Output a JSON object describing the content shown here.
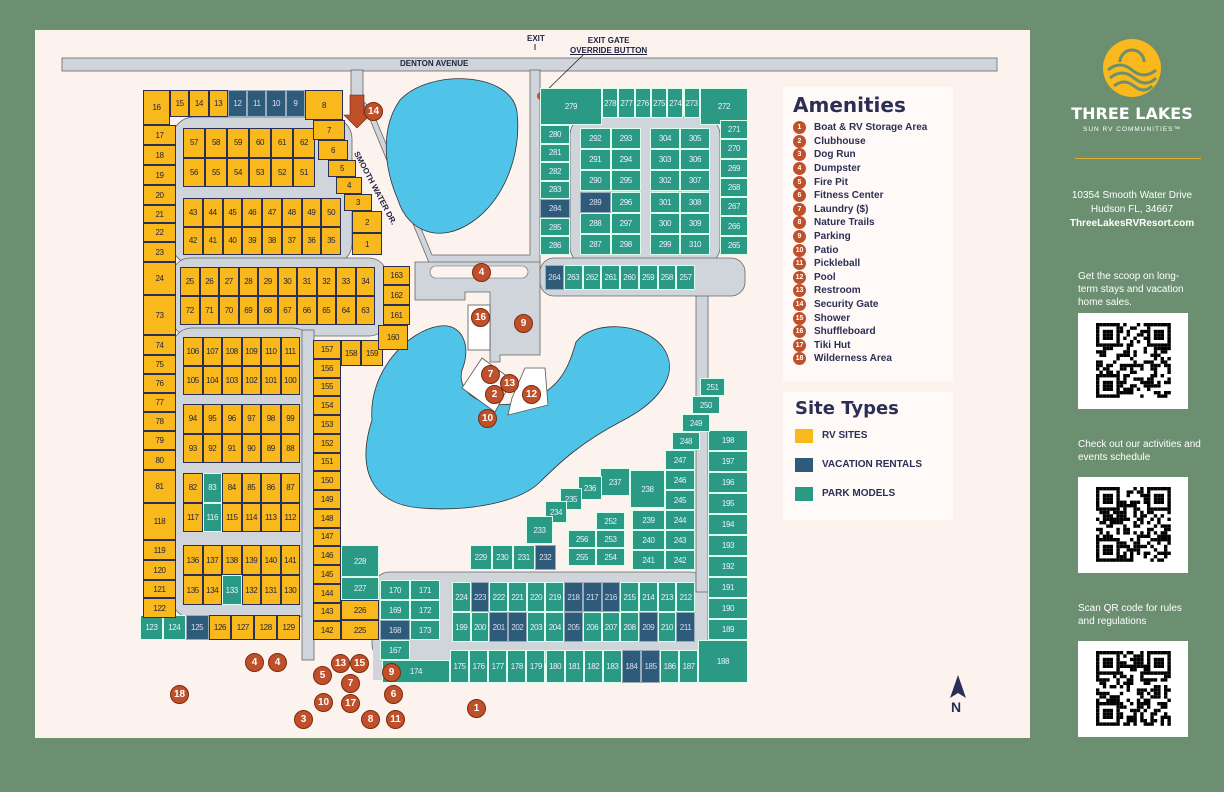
{
  "map": {
    "street": "DENTON AVENUE",
    "drive": "SMOOTH WATER DR.",
    "exit": "EXIT",
    "exit_gate": [
      "EXIT GATE",
      "OVERRIDE BUTTON"
    ],
    "north": "N",
    "markers": [
      "14",
      "4",
      "16",
      "9",
      "7",
      "13",
      "2",
      "12",
      "10",
      "4",
      "4",
      "18",
      "5",
      "13",
      "15",
      "7",
      "9",
      "6",
      "10",
      "17",
      "3",
      "8",
      "11",
      "1"
    ]
  },
  "sites": {
    "top_west": [
      [
        "15",
        "14",
        "13",
        "12",
        "11",
        "10",
        "9"
      ]
    ],
    "loop1_north": [
      [
        "57",
        "58",
        "59",
        "60",
        "61",
        "62"
      ],
      [
        "56",
        "55",
        "54",
        "53",
        "52",
        "51"
      ]
    ],
    "loop1_south": [
      [
        "43",
        "44",
        "45",
        "46",
        "47",
        "48",
        "49",
        "50"
      ],
      [
        "42",
        "41",
        "40",
        "39",
        "38",
        "37",
        "36",
        "35"
      ]
    ],
    "row_25": [
      [
        "25",
        "26",
        "27",
        "28",
        "29",
        "30",
        "31",
        "32",
        "33",
        "34"
      ],
      [
        "72",
        "71",
        "70",
        "69",
        "68",
        "67",
        "66",
        "65",
        "64",
        "63"
      ]
    ],
    "loop2_a": [
      [
        "106",
        "107",
        "108",
        "109",
        "110",
        "111"
      ],
      [
        "105",
        "104",
        "103",
        "102",
        "101",
        "100"
      ]
    ],
    "loop2_b": [
      [
        "94",
        "95",
        "96",
        "97",
        "98",
        "99"
      ],
      [
        "93",
        "92",
        "91",
        "90",
        "89",
        "88"
      ]
    ],
    "loop2_c": [
      [
        "82",
        "83",
        "84",
        "85",
        "86",
        "87"
      ],
      [
        "117",
        "116",
        "115",
        "114",
        "113",
        "112"
      ]
    ],
    "loop2_d": [
      [
        "136",
        "137",
        "138",
        "139",
        "140",
        "141"
      ],
      [
        "135",
        "134",
        "133",
        "132",
        "131",
        "130"
      ]
    ],
    "south_row": [
      [
        "123",
        "124",
        "125",
        "126",
        "127",
        "128",
        "129"
      ]
    ],
    "west_column": [
      "16",
      "17",
      "18",
      "19",
      "20",
      "21",
      "22",
      "23",
      "24",
      "73",
      "74",
      "75",
      "76",
      "77",
      "78",
      "79",
      "80",
      "81",
      "118",
      "119",
      "120",
      "121",
      "122"
    ],
    "drive_column": [
      "8",
      "7",
      "6",
      "5",
      "4",
      "3",
      "2",
      "1"
    ],
    "center_column": [
      "157",
      "156",
      "155",
      "154",
      "153",
      "152",
      "151",
      "150",
      "149",
      "148",
      "147",
      "146",
      "145",
      "144",
      "143",
      "142"
    ],
    "center_extra": [
      "158",
      "159",
      "160",
      "161",
      "162",
      "163",
      "228",
      "227",
      "226",
      "225"
    ],
    "park_west": [
      [
        "170",
        "171"
      ],
      [
        "169",
        "172"
      ],
      [
        "168",
        "173"
      ],
      [
        "167"
      ]
    ],
    "park_main": [
      [
        "224",
        "223",
        "222",
        "221",
        "220",
        "219",
        "218",
        "217",
        "216",
        "215",
        "214",
        "213",
        "212"
      ],
      [
        "199",
        "200",
        "201",
        "202",
        "203",
        "204",
        "205",
        "206",
        "207",
        "208",
        "209",
        "210",
        "211"
      ]
    ],
    "park_south": [
      "174",
      "175",
      "176",
      "177",
      "178",
      "179",
      "180",
      "181",
      "182",
      "183",
      "184",
      "185",
      "186",
      "187",
      "188"
    ],
    "east_column": [
      "198",
      "197",
      "196",
      "195",
      "194",
      "193",
      "192",
      "191",
      "190",
      "189"
    ],
    "east_curve": [
      "251",
      "250",
      "249",
      "248"
    ],
    "east_block": [
      [
        "247"
      ],
      [
        "246"
      ],
      [
        "245"
      ],
      [
        "244"
      ],
      [
        "243"
      ],
      [
        "242"
      ]
    ],
    "east_block2": [
      [
        "239"
      ],
      [
        "240"
      ],
      [
        "241"
      ]
    ],
    "east_diag": [
      "238",
      "237",
      "236",
      "235",
      "234",
      "233"
    ],
    "loop_small": [
      "252",
      "256",
      "253",
      "255",
      "254"
    ],
    "row_229": [
      [
        "229",
        "230",
        "231",
        "232"
      ]
    ],
    "north_top": [
      "279",
      "278",
      "277",
      "276",
      "275",
      "274",
      "273",
      "272"
    ],
    "north_west_col": [
      [
        "280"
      ],
      [
        "281"
      ],
      [
        "282"
      ],
      [
        "283"
      ],
      [
        "284"
      ],
      [
        "285"
      ],
      [
        "286"
      ]
    ],
    "north_inner_a": [
      [
        "292",
        "293"
      ],
      [
        "291",
        "294"
      ],
      [
        "290",
        "295"
      ],
      [
        "289",
        "296"
      ],
      [
        "288",
        "297"
      ],
      [
        "287",
        "298"
      ]
    ],
    "north_inner_b": [
      [
        "304",
        "305"
      ],
      [
        "303",
        "306"
      ],
      [
        "302",
        "307"
      ],
      [
        "301",
        "308"
      ],
      [
        "300",
        "309"
      ],
      [
        "299",
        "310"
      ]
    ],
    "north_east_col": [
      [
        "271"
      ],
      [
        "270"
      ],
      [
        "269"
      ],
      [
        "268"
      ],
      [
        "267"
      ],
      [
        "266"
      ],
      [
        "265"
      ]
    ],
    "north_strip": [
      [
        "264",
        "263",
        "262",
        "261",
        "260",
        "259",
        "258",
        "257"
      ]
    ]
  },
  "vacation_rental_sites": [
    "12",
    "11",
    "10",
    "9",
    "125",
    "168",
    "223",
    "218",
    "217",
    "216",
    "201",
    "202",
    "205",
    "209",
    "211",
    "184",
    "185",
    "232",
    "284",
    "289",
    "264"
  ],
  "park_model_sites_in_rv_areas": [
    "83",
    "116",
    "133",
    "123",
    "124"
  ],
  "colors": {
    "rv": "#f9b81b",
    "vacation": "#2f5b7a",
    "park": "#2a9a84",
    "marker": "#c0502a",
    "lake": "#4fc3e8",
    "road": "#cfd5db"
  },
  "amenities": {
    "title": "Amenities",
    "items": [
      "Boat & RV Storage Area",
      "Clubhouse",
      "Dog Run",
      "Dumpster",
      "Fire Pit",
      "Fitness Center",
      "Laundry ($)",
      "Nature Trails",
      "Parking",
      "Patio",
      "Pickleball",
      "Pool",
      "Restroom",
      "Security Gate",
      "Shower",
      "Shuffleboard",
      "Tiki Hut",
      "Wilderness Area"
    ]
  },
  "site_types": {
    "title": "Site Types",
    "items": [
      "RV SITES",
      "VACATION RENTALS",
      "PARK MODELS"
    ]
  },
  "brand": {
    "name": "THREE LAKES",
    "sub": "SUN RV COMMUNITIES™",
    "address1": "10354 Smooth Water Drive",
    "address2": "Hudson FL, 34667",
    "website": "ThreeLakesRVResort.com"
  },
  "qr": [
    {
      "text": "Get the scoop on long-term stays and vacation home sales."
    },
    {
      "text": "Check out our activities and events schedule"
    },
    {
      "text": "Scan QR code for rules and regulations"
    }
  ]
}
